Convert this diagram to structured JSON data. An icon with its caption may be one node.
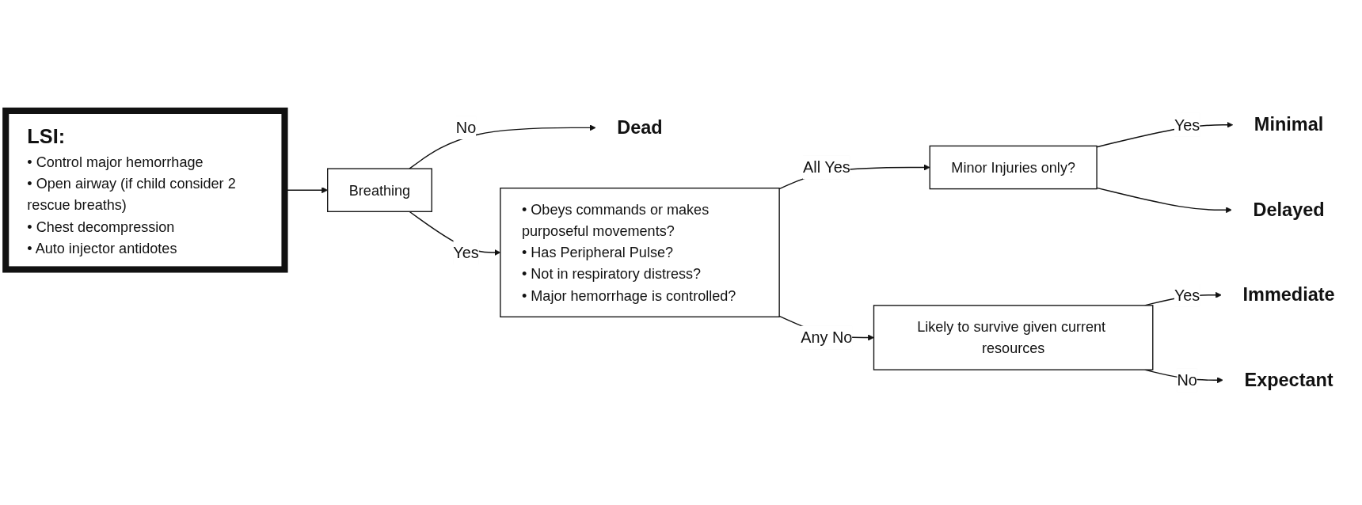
{
  "diagram": {
    "nodes": [
      {
        "text": [
          "LSI:",
          "• Control major hemorrhage",
          "• Open airway (if child consider 2 rescue breaths)",
          "• Chest decompression",
          "• Auto injector antidotes"
        ]
      },
      {
        "text": [
          "Breathing"
        ]
      },
      {
        "text": [
          "Dead"
        ]
      },
      {
        "text": [
          "• Obeys commands or makes purposeful movements?",
          "• Has Peripheral Pulse?",
          "• Not in respiratory distress?",
          "• Major hemorrhage is controlled?"
        ]
      },
      {
        "text": [
          "Minor Injuries only?"
        ]
      },
      {
        "text": [
          "Minimal"
        ]
      },
      {
        "text": [
          "Delayed"
        ]
      },
      {
        "text": [
          "Likely to survive given current resources"
        ]
      },
      {
        "text": [
          "Immediate"
        ]
      },
      {
        "text": [
          "Expectant"
        ]
      }
    ],
    "edges": [
      {
        "from": 0,
        "to": 1,
        "arrow": "to"
      },
      {
        "from": 1,
        "to": 3,
        "arrow": "to",
        "label": "Yes"
      },
      {
        "from": 1,
        "to": 2,
        "arrow": "to",
        "label": "No"
      },
      {
        "from": 3,
        "to": 4,
        "arrow": "to",
        "label": "All Yes"
      },
      {
        "from": 3,
        "to": 7,
        "arrow": "to",
        "label": "Any No"
      },
      {
        "from": 4,
        "to": 5,
        "arrow": "to",
        "label": "Yes"
      },
      {
        "from": 4,
        "to": 6,
        "arrow": "to"
      },
      {
        "from": 7,
        "to": 8,
        "arrow": "to",
        "label": "Yes"
      },
      {
        "from": 7,
        "to": 9,
        "arrow": "to",
        "label": "No"
      }
    ]
  }
}
